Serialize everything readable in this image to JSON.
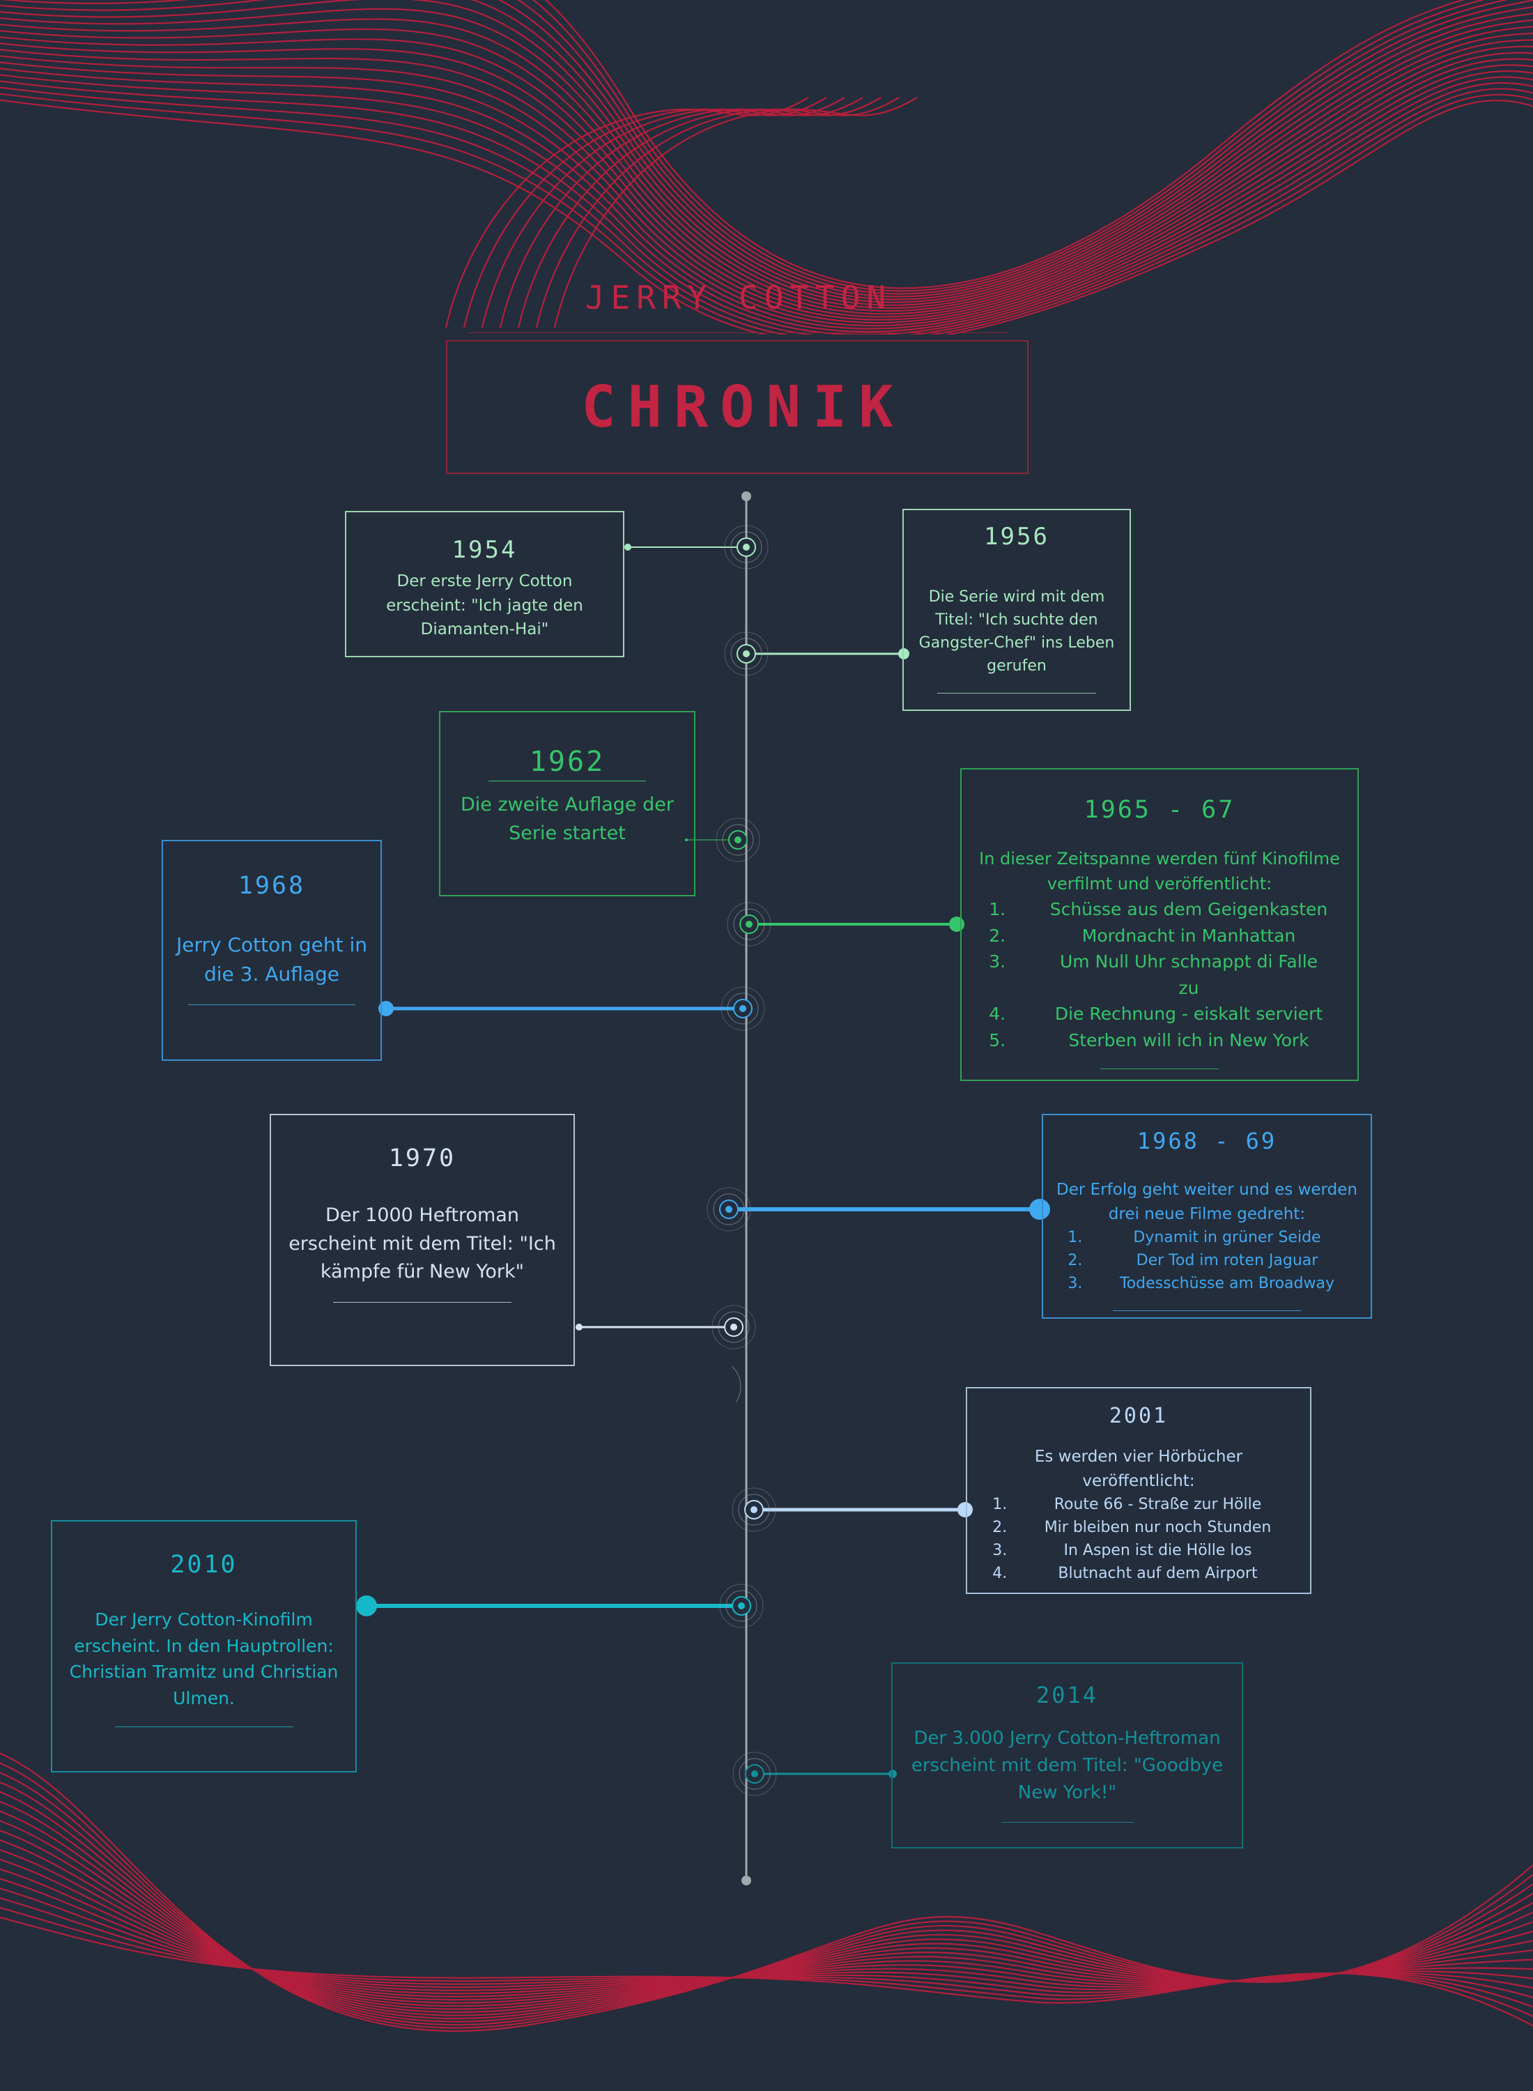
{
  "header": {
    "subtitle": "JERRY COTTON",
    "title": "CHRONIK"
  },
  "colors": {
    "background": "#242d3b",
    "wave": "#b31f3c",
    "title_red": "#c22443",
    "axis": "#a3a8ad",
    "mint": "#a8e8c0",
    "green": "#35c46a",
    "blue": "#3fa8f0",
    "pale": "#d5e2ef",
    "lightblue": "#bcd8f8",
    "cyan": "#16b8c8",
    "teal": "#13909a"
  },
  "events": [
    {
      "year": "1954",
      "text": "Der erste Jerry Cotton erscheint: \"Ich jagte den Diamanten-Hai\""
    },
    {
      "year": "1956",
      "text": "Die Serie wird mit dem Titel: \"Ich suchte den Gangster-Chef\" ins Leben gerufen"
    },
    {
      "year": "1962",
      "text": "Die zweite Auflage der Serie startet"
    },
    {
      "year": "1965 - 67",
      "text": "In dieser Zeitspanne werden fünf Kinofilme verfilmt und veröffentlicht:",
      "list": [
        {
          "num": "1.",
          "text": "Schüsse aus dem Geigenkasten"
        },
        {
          "num": "2.",
          "text": "Mordnacht in Manhattan"
        },
        {
          "num": "3.",
          "text": "Um Null Uhr schnappt di Falle zu"
        },
        {
          "num": "4.",
          "text": "Die Rechnung - eiskalt serviert"
        },
        {
          "num": "5.",
          "text": "Sterben will ich in New York"
        }
      ]
    },
    {
      "year": "1968",
      "text": "Jerry Cotton geht in die 3. Auflage"
    },
    {
      "year": "1968 - 69",
      "text": "Der Erfolg geht weiter und es werden drei neue Filme gedreht:",
      "list": [
        {
          "num": "1.",
          "text": "Dynamit in grüner Seide"
        },
        {
          "num": "2.",
          "text": "Der Tod im roten Jaguar"
        },
        {
          "num": "3.",
          "text": "Todesschüsse am Broadway"
        }
      ]
    },
    {
      "year": "1970",
      "text": "Der 1000 Heftroman erscheint mit dem Titel: \"Ich kämpfe für New York\""
    },
    {
      "year": "2001",
      "text": "Es werden vier Hörbücher veröffentlicht:",
      "list": [
        {
          "num": "1.",
          "text": "Route 66 - Straße zur Hölle"
        },
        {
          "num": "2.",
          "text": "Mir bleiben nur noch Stunden"
        },
        {
          "num": "3.",
          "text": "In Aspen ist die Hölle los"
        },
        {
          "num": "4.",
          "text": "Blutnacht auf dem Airport"
        }
      ]
    },
    {
      "year": "2010",
      "text": "Der Jerry Cotton-Kinofilm erscheint. In den Hauptrollen: Christian Tramitz und Christian Ulmen."
    },
    {
      "year": "2014",
      "text": "Der 3.000 Jerry Cotton-Heftroman erscheint mit dem Titel: \"Goodbye New York!\""
    }
  ]
}
